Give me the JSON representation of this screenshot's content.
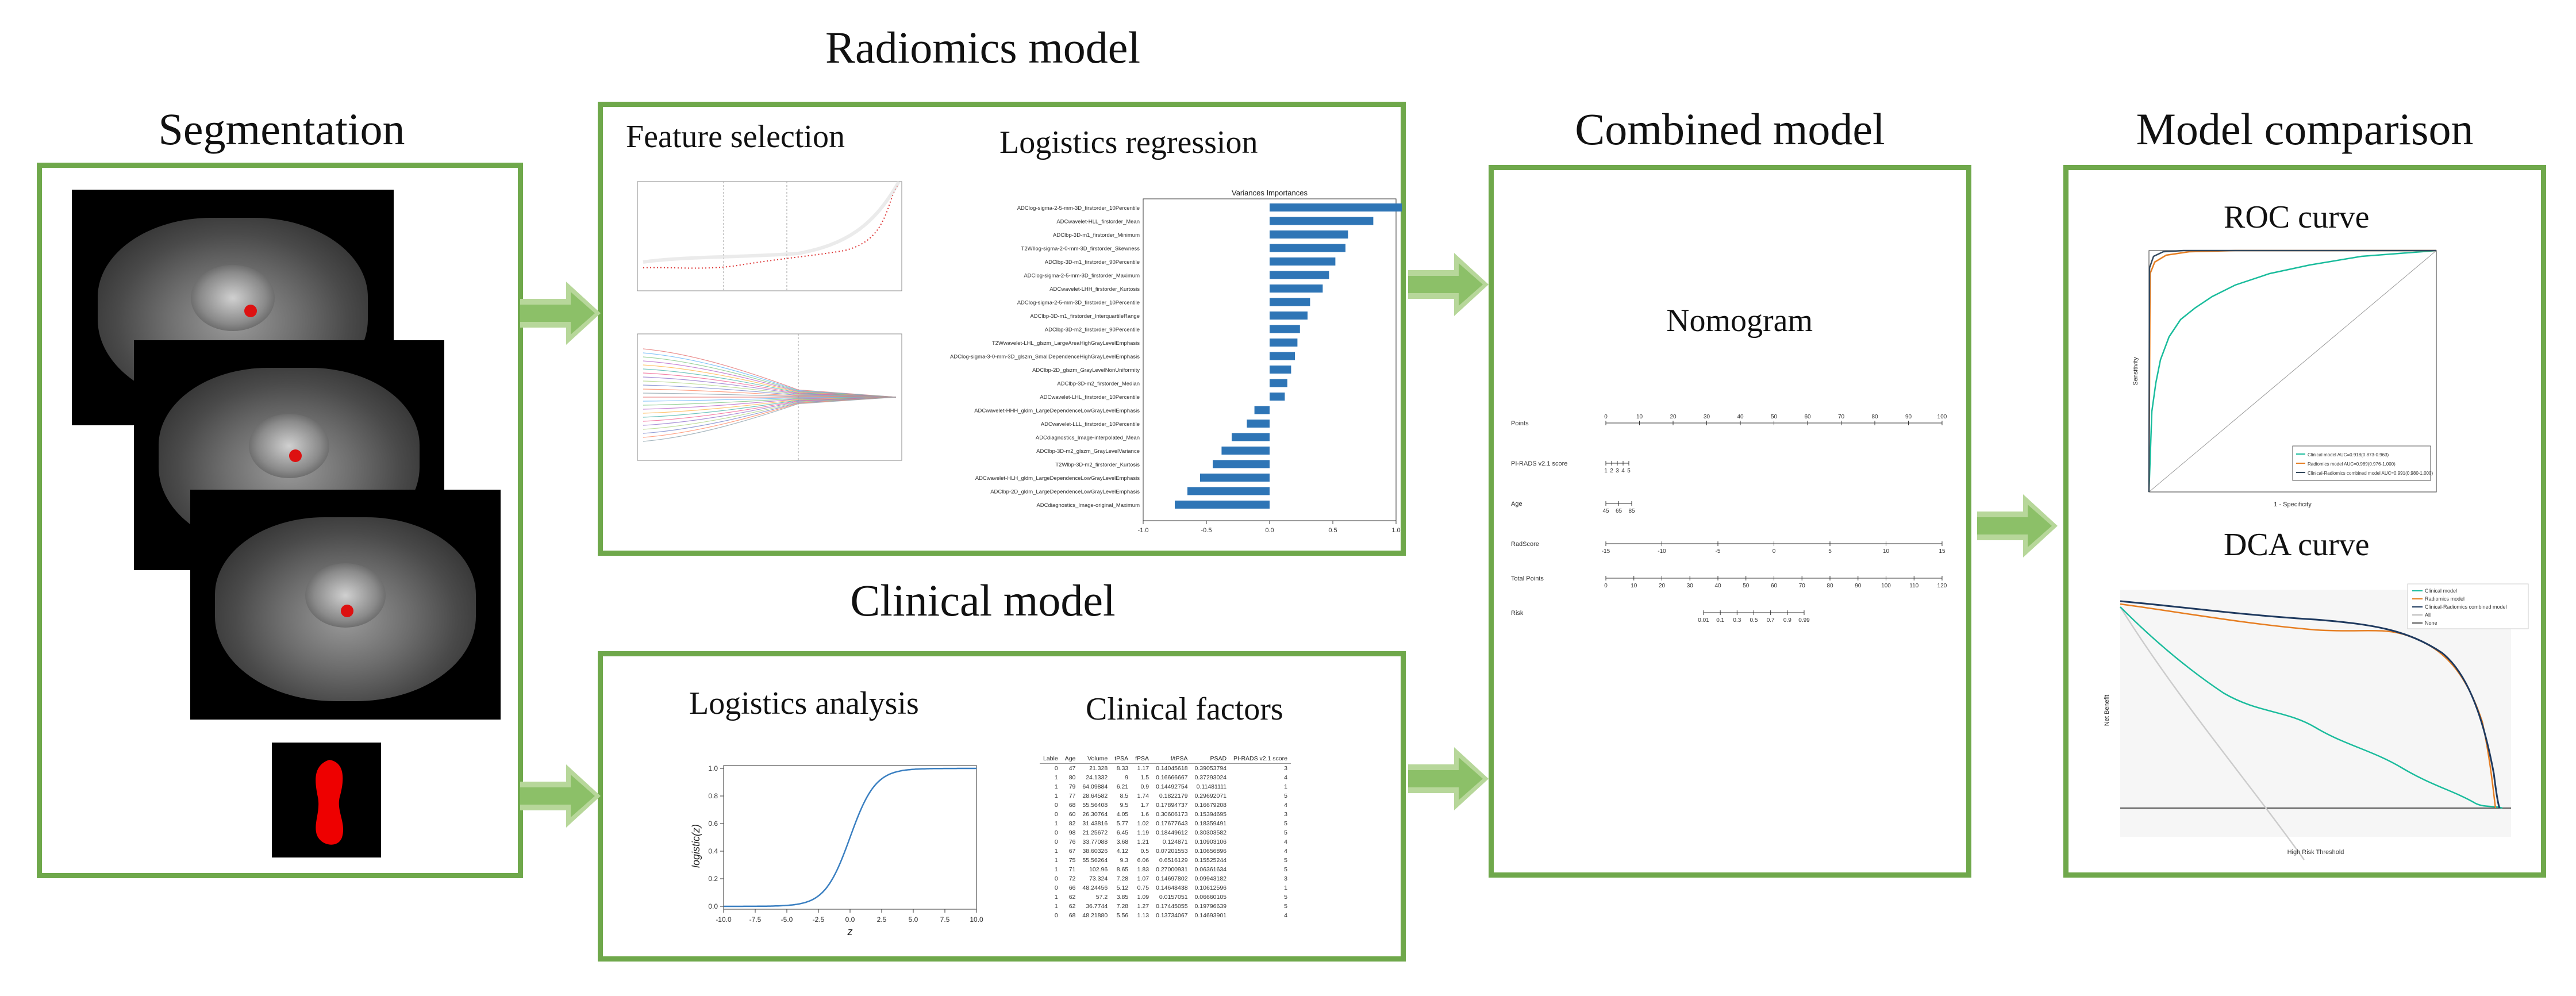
{
  "titles": {
    "segmentation": "Segmentation",
    "radiomics": "Radiomics model",
    "clinical": "Clinical model",
    "combined": "Combined model",
    "comparison": "Model comparison"
  },
  "subtitles": {
    "feature_selection": "Feature selection",
    "logistics_regression": "Logistics regression",
    "logistics_analysis": "Logistics analysis",
    "clinical_factors": "Clinical factors",
    "nomogram": "Nomogram",
    "roc": "ROC curve",
    "dca": "DCA curve"
  },
  "importance_chart": {
    "title": "Variances Importances",
    "features": [
      "ADClog-sigma-2-5-mm-3D_firstorder_10Percentile",
      "ADCwavelet-HLL_firstorder_Mean",
      "ADClbp-3D-m1_firstorder_Minimum",
      "T2WIlog-sigma-2-0-mm-3D_firstorder_Skewness",
      "ADClbp-3D-m1_firstorder_90Percentile",
      "ADClog-sigma-2-5-mm-3D_firstorder_Maximum",
      "ADCwavelet-LHH_firstorder_Kurtosis",
      "ADClog-sigma-2-5-mm-3D_firstorder_10Percentile",
      "ADClbp-3D-m1_firstorder_InterquartileRange",
      "ADClbp-3D-m2_firstorder_90Percentile",
      "T2Wwavelet-LHL_glszm_LargeAreaHighGrayLevelEmphasis",
      "ADClog-sigma-3-0-mm-3D_glszm_SmallDependenceHighGrayLevelEmphasis",
      "ADClbp-2D_glszm_GrayLevelNonUniformity",
      "ADClbp-3D-m2_firstorder_Median",
      "ADCwavelet-LHL_firstorder_10Percentile",
      "ADCwavelet-HHH_gldm_LargeDependenceLowGrayLevelEmphasis",
      "ADCwavelet-LLL_firstorder_10Percentile",
      "ADCdiagnostics_Image-interpolated_Mean",
      "ADClbp-3D-m2_glszm_GrayLevelVariance",
      "T2Wlbp-3D-m2_firstorder_Kurtosis",
      "ADCwavelet-HLH_gldm_LargeDependenceLowGrayLevelEmphasis",
      "ADClbp-2D_gldm_LargeDependenceLowGrayLevelEmphasis",
      "ADCdiagnostics_Image-original_Maximum"
    ],
    "values": [
      1.05,
      0.82,
      0.62,
      0.6,
      0.52,
      0.47,
      0.42,
      0.32,
      0.3,
      0.24,
      0.22,
      0.2,
      0.17,
      0.14,
      0.12,
      -0.12,
      -0.18,
      -0.3,
      -0.38,
      -0.45,
      -0.55,
      -0.65,
      -0.75
    ],
    "xlim": [
      -1.0,
      1.0
    ],
    "xticks": [
      "-1.0",
      "-0.5",
      "0.0",
      "0.5",
      "1.0"
    ]
  },
  "sigmoid_chart": {
    "ylabel": "logistic(z)",
    "xlabel": "z",
    "xticks": [
      "-10.0",
      "-7.5",
      "-5.0",
      "-2.5",
      "0.0",
      "2.5",
      "5.0",
      "7.5",
      "10.0"
    ],
    "yticks": [
      "0.0",
      "0.2",
      "0.4",
      "0.6",
      "0.8",
      "1.0"
    ]
  },
  "clinical_table": {
    "headers": [
      "Lable",
      "Age",
      "Volume",
      "tPSA",
      "fPSA",
      "f/tPSA",
      "PSAD",
      "PI-RADS v2.1 score"
    ],
    "rows": [
      [
        "0",
        "47",
        "21.328",
        "8.33",
        "1.17",
        "0.14045618",
        "0.39053794",
        "3"
      ],
      [
        "1",
        "80",
        "24.1332",
        "9",
        "1.5",
        "0.16666667",
        "0.37293024",
        "4"
      ],
      [
        "1",
        "79",
        "64.09884",
        "6.21",
        "0.9",
        "0.14492754",
        "0.11481111",
        "1"
      ],
      [
        "1",
        "77",
        "28.64582",
        "8.5",
        "1.74",
        "0.1822179",
        "0.29692071",
        "5"
      ],
      [
        "0",
        "68",
        "55.56408",
        "9.5",
        "1.7",
        "0.17894737",
        "0.16679208",
        "4"
      ],
      [
        "0",
        "60",
        "26.30764",
        "4.05",
        "1.6",
        "0.30606173",
        "0.15394695",
        "3"
      ],
      [
        "1",
        "82",
        "31.43816",
        "5.77",
        "1.02",
        "0.17677643",
        "0.18359491",
        "5"
      ],
      [
        "0",
        "98",
        "21.25672",
        "6.45",
        "1.19",
        "0.18449612",
        "0.30303582",
        "5"
      ],
      [
        "0",
        "76",
        "33.77088",
        "3.68",
        "1.21",
        "0.124871",
        "0.10903106",
        "4"
      ],
      [
        "1",
        "67",
        "38.60326",
        "4.12",
        "0.5",
        "0.07201553",
        "0.10656896",
        "4"
      ],
      [
        "1",
        "75",
        "55.56264",
        "9.3",
        "6.06",
        "0.6516129",
        "0.15525244",
        "5"
      ],
      [
        "1",
        "71",
        "102.96",
        "8.65",
        "1.83",
        "0.27000931",
        "0.06361634",
        "5"
      ],
      [
        "0",
        "72",
        "73.324",
        "7.28",
        "1.07",
        "0.14697802",
        "0.09943182",
        "3"
      ],
      [
        "0",
        "66",
        "48.24456",
        "5.12",
        "0.75",
        "0.14648438",
        "0.10612596",
        "1"
      ],
      [
        "1",
        "62",
        "57.2",
        "3.85",
        "1.09",
        "0.0157051",
        "0.06660105",
        "5"
      ],
      [
        "1",
        "62",
        "36.7744",
        "7.28",
        "1.27",
        "0.17445055",
        "0.19796639",
        "5"
      ],
      [
        "0",
        "68",
        "48.21880",
        "5.56",
        "1.13",
        "0.13734067",
        "0.14693901",
        "4"
      ]
    ]
  },
  "nomogram": {
    "rows": [
      "Points",
      "PI-RADS v2.1 score",
      "Age",
      "RadScore",
      "Total Points",
      "Risk"
    ],
    "points_ticks": [
      "0",
      "10",
      "20",
      "30",
      "40",
      "50",
      "60",
      "70",
      "80",
      "90",
      "100"
    ],
    "pirads_ticks": [
      "1",
      "2",
      "3",
      "4",
      "5"
    ],
    "age_ticks": [
      "45",
      "65",
      "85"
    ],
    "radscore_ticks": [
      "-15",
      "-10",
      "-5",
      "0",
      "5",
      "10",
      "15"
    ],
    "total_ticks": [
      "0",
      "10",
      "20",
      "30",
      "40",
      "50",
      "60",
      "70",
      "80",
      "90",
      "100",
      "110",
      "120"
    ],
    "risk_ticks": [
      "0.01",
      "0.1",
      "0.3",
      "0.5",
      "0.7",
      "0.9",
      "0.99"
    ]
  },
  "roc_chart": {
    "xlabel": "1 - Specificity",
    "ylabel": "Sensitivity",
    "legend": [
      "Clinical model AUC=0.918(0.873-0.963)",
      "Radiomics model AUC=0.989(0.976-1.000)",
      "Clinical-Radiomics combined model AUC=0.991(0.980-1.000)"
    ],
    "colors": [
      "#1abc9c",
      "#e67e22",
      "#34495e"
    ]
  },
  "dca_chart": {
    "xlabel": "High Risk Threshold",
    "ylabel": "Net Benefit",
    "legend": [
      "Clinical model",
      "Radiomics model",
      "Clinical-Radiomics combined model",
      "All",
      "None"
    ],
    "colors": [
      "#1abc9c",
      "#e67e22",
      "#1f3a5f",
      "#bbbbbb",
      "#555555"
    ]
  }
}
